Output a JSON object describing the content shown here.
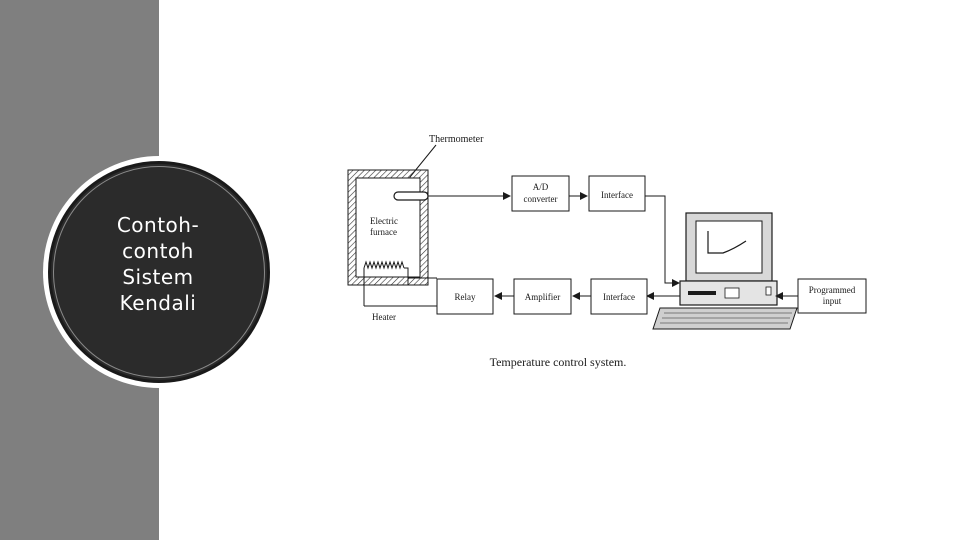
{
  "slide": {
    "title_lines": [
      "Contoh-",
      "contoh",
      "Sistem",
      "Kendali"
    ]
  },
  "diagram": {
    "labels": {
      "thermometer": "Thermometer",
      "furnace_line1": "Electric",
      "furnace_line2": "furnace",
      "heater": "Heater",
      "ad_line1": "A/D",
      "ad_line2": "converter",
      "interface_top": "Interface",
      "interface_bottom": "Interface",
      "amplifier": "Amplifier",
      "relay": "Relay",
      "programmed_line1": "Programmed",
      "programmed_line2": "input"
    },
    "caption": "Temperature control system."
  },
  "colors": {
    "side_band": "#7f7f7f",
    "circle_fill": "#2b2b2b",
    "title_text": "#ffffff",
    "line_art": "#1a1a1a"
  }
}
